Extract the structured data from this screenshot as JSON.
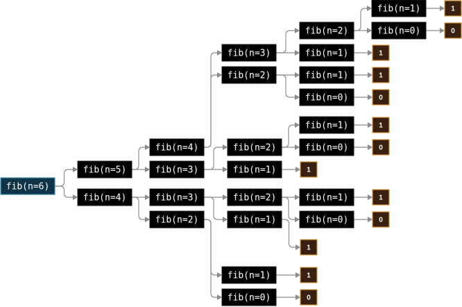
{
  "colors": {
    "call_fill": "#000000",
    "root_fill": "#0f3448",
    "root_border": "#3f8ab3",
    "result_fill": "#3a2010",
    "result_border": "#d3963e",
    "edge": "#8c8c8c"
  },
  "calls": {
    "root": "fib(n=6)",
    "c_a": "fib(n=5)",
    "c_b": "fib(n=4)",
    "c_aa": "fib(n=4)",
    "c_ab": "fib(n=3)",
    "c_ba": "fib(n=3)",
    "c_bb": "fib(n=2)",
    "c_aaa": "fib(n=3)",
    "c_aab": "fib(n=2)",
    "c_aba": "fib(n=2)",
    "c_abb": "fib(n=1)",
    "c_baa": "fib(n=2)",
    "c_bab": "fib(n=1)",
    "c_bba": "fib(n=1)",
    "c_bbb": "fib(n=0)",
    "c_aaaa": "fib(n=2)",
    "c_aaab": "fib(n=1)",
    "c_aaba": "fib(n=1)",
    "c_aabb": "fib(n=0)",
    "c_abaa": "fib(n=1)",
    "c_abab": "fib(n=0)",
    "c_baaa": "fib(n=1)",
    "c_baab": "fib(n=0)",
    "c_aaaaa": "fib(n=1)",
    "c_aaaab": "fib(n=0)"
  },
  "results": {
    "r_aaaaa": "1",
    "r_aaaab": "0",
    "r_aaab": "1",
    "r_aaba": "1",
    "r_aabb": "0",
    "r_abaa": "1",
    "r_abab": "0",
    "r_abb": "1",
    "r_baaa": "1",
    "r_baab": "0",
    "r_bab": "1",
    "r_bba": "1",
    "r_bbb": "0"
  }
}
